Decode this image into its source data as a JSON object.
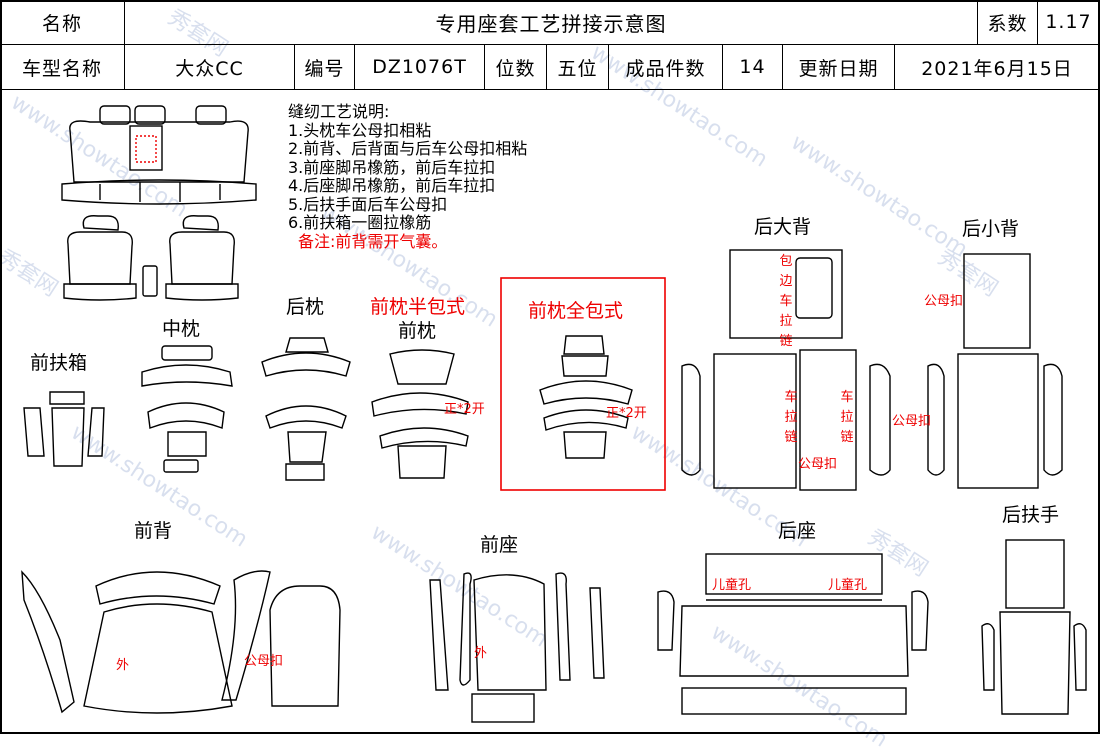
{
  "header": {
    "name_label": "名称",
    "title": "专用座套工艺拼接示意图",
    "coef_label": "系数",
    "coef_value": "1.17",
    "model_label": "车型名称",
    "model_value": "大众CC",
    "code_label": "编号",
    "code_value": "DZ1076T",
    "seats_label": "位数",
    "seats_value": "五位",
    "pieces_label": "成品件数",
    "pieces_value": "14",
    "date_label": "更新日期",
    "date_value": "2021年6月15日"
  },
  "notes": {
    "title": "缝纫工艺说明:",
    "items": [
      "1.头枕车公母扣相粘",
      "2.前背、后背面与后车公母扣相粘",
      "3.前座脚吊橡筋，前后车拉扣",
      "4.后座脚吊橡筋，前后车拉扣",
      "5.后扶手面后车公母扣",
      "6.前扶箱一圈拉橡筋"
    ],
    "remark": "备注:前背需开气囊。"
  },
  "labels": {
    "front_armbox": "前扶箱",
    "middle_pillow": "中枕",
    "rear_pillow": "后枕",
    "front_half_title": "前枕半包式",
    "front_pillow": "前枕",
    "front_full_title": "前枕全包式",
    "rear_big_back": "后大背",
    "rear_small_back": "后小背",
    "front_back": "前背",
    "front_seat": "前座",
    "rear_seat": "后座",
    "rear_armrest": "后扶手"
  },
  "annotations": {
    "half_open": "正*2开",
    "full_open": "正*2开",
    "snap": "公母扣",
    "snap2": "公母扣",
    "snap3": "公母扣",
    "snap4": "公母扣",
    "outer": "外",
    "outer2": "外",
    "child_hole1": "儿童孔",
    "child_hole2": "儿童孔",
    "zipper_vertical": "包边车拉链",
    "zip_a": "车拉链",
    "zip_b": "车拉链"
  },
  "watermark": {
    "site": "www.showtao.com",
    "brand": "秀套网"
  }
}
